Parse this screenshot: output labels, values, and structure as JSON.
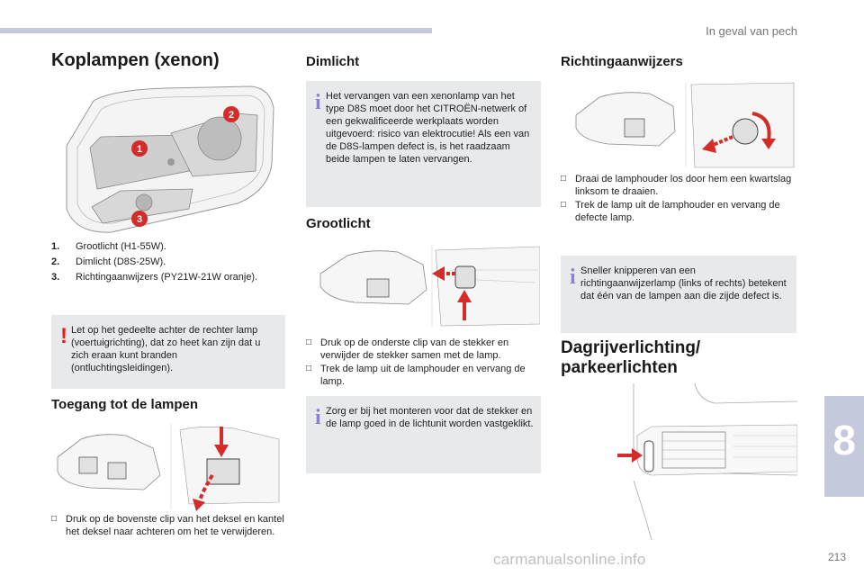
{
  "header": {
    "section_title": "In geval van pech",
    "chapter": "8",
    "page_number": "213"
  },
  "watermark": "carmanualsonline.info",
  "col1": {
    "title": "Koplampen (xenon)",
    "callouts": [
      "1",
      "2",
      "3"
    ],
    "items": [
      {
        "num": "1.",
        "text": "Grootlicht (H1-55W)."
      },
      {
        "num": "2.",
        "text": "Dimlicht (D8S-25W)."
      },
      {
        "num": "3.",
        "text": "Richtingaanwijzers (PY21W-21W oranje)."
      }
    ],
    "warning": "Let op het gedeelte achter de rechter lamp (voertuigrichting), dat zo heet kan zijn dat u zich eraan kunt branden (ontluchtingsleidingen).",
    "access_title": "Toegang tot de lampen",
    "access_steps": [
      "Druk op de bovenste clip van het deksel en kantel het deksel naar achteren om het te verwijderen."
    ]
  },
  "col2": {
    "dimlicht_title": "Dimlicht",
    "dimlicht_info": "Het vervangen van een xenonlamp van het type D8S moet door het CITROËN-netwerk of een gekwalificeerde werkplaats worden uitgevoerd: risico van elektrocutie! Als een van de D8S-lampen defect is, is het raadzaam beide lampen te laten vervangen.",
    "grootlicht_title": "Grootlicht",
    "grootlicht_steps": [
      "Druk op de onderste clip van de stekker en verwijder de stekker samen met de lamp.",
      "Trek de lamp uit de lamphouder en vervang de lamp."
    ],
    "grootlicht_info": "Zorg er bij het monteren voor dat de stekker en de lamp goed in de lichtunit worden vastgeklikt."
  },
  "col3": {
    "title": "Richtingaanwijzers",
    "steps": [
      "Draai de lamphouder los door hem een kwartslag linksom te draaien.",
      "Trek de lamp uit de lamphouder en vervang de defecte lamp."
    ],
    "info": "Sneller knipperen van een richtingaanwijzerlamp (links of rechts) betekent dat één van de lampen aan die zijde defect is.",
    "drl_title_line1": "Dagrijverlichting/",
    "drl_title_line2": "parkeerlichten"
  },
  "colors": {
    "warning_red": "#e2231a",
    "info_purple": "#8b7fd6",
    "callout_red": "#d42b2b",
    "box_bg": "#e8e9eb",
    "tab_blue": "#c4c9dc"
  },
  "icons": {
    "warning": "exclamation-icon",
    "info": "info-icon",
    "bullet": "checkbox-bullet-icon"
  }
}
